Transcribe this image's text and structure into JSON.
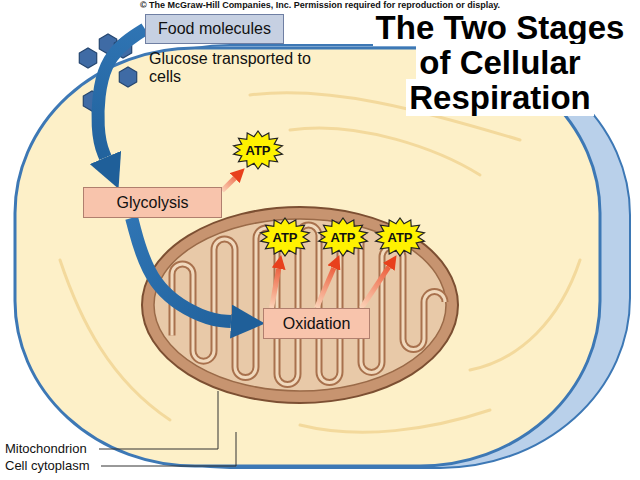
{
  "diagram": {
    "title": "The Two Stages of Cellular Respiration",
    "nodes": [
      {
        "text": [
          "Food molecules"
        ]
      },
      {
        "text": [
          "ATP"
        ]
      },
      {
        "text": [
          "Glycolysis"
        ]
      },
      {
        "text": [
          "ATP"
        ]
      },
      {
        "text": [
          "ATP"
        ]
      },
      {
        "text": [
          "ATP"
        ]
      },
      {
        "text": [
          "Oxidation"
        ]
      }
    ],
    "edges": [
      {
        "from": 0,
        "to": 2,
        "arrow": "to"
      },
      {
        "from": 2,
        "to": 1,
        "arrow": "to"
      },
      {
        "from": 2,
        "to": 6,
        "arrow": "to"
      },
      {
        "from": 6,
        "to": 3,
        "arrow": "to"
      },
      {
        "from": 6,
        "to": 4,
        "arrow": "to"
      },
      {
        "from": 6,
        "to": 5,
        "arrow": "to"
      }
    ],
    "labels": [
      "© The McGraw-Hill Companies, Inc. Permission required for reproduction or display.",
      "Glucose transported to cells",
      "Mitochondrion",
      "Cell cytoplasm"
    ]
  }
}
